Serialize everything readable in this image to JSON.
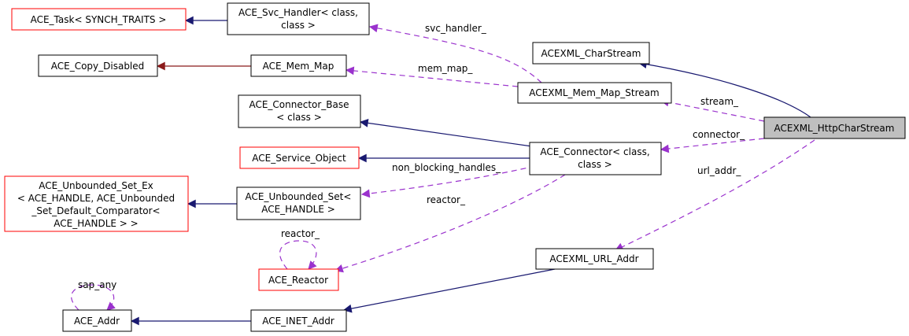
{
  "nodes": {
    "ace_task": {
      "lines": [
        "ACE_Task< SYNCH_TRAITS >"
      ],
      "style": "red"
    },
    "ace_svc_handler": {
      "lines": [
        "ACE_Svc_Handler< class,",
        "class >"
      ],
      "style": "black"
    },
    "ace_copy_disabled": {
      "lines": [
        "ACE_Copy_Disabled"
      ],
      "style": "black"
    },
    "ace_mem_map": {
      "lines": [
        "ACE_Mem_Map"
      ],
      "style": "black"
    },
    "acexml_charstream": {
      "lines": [
        "ACEXML_CharStream"
      ],
      "style": "black"
    },
    "acexml_mem_map_stream": {
      "lines": [
        "ACEXML_Mem_Map_Stream"
      ],
      "style": "black"
    },
    "acexml_httpcharstream": {
      "lines": [
        "ACEXML_HttpCharStream"
      ],
      "style": "focus"
    },
    "ace_connector_base": {
      "lines": [
        "ACE_Connector_Base",
        "< class >"
      ],
      "style": "black"
    },
    "ace_service_object": {
      "lines": [
        "ACE_Service_Object"
      ],
      "style": "red"
    },
    "ace_connector": {
      "lines": [
        "ACE_Connector< class,",
        "class >"
      ],
      "style": "black"
    },
    "ace_unbounded_set_ex": {
      "lines": [
        "ACE_Unbounded_Set_Ex",
        "< ACE_HANDLE, ACE_Unbounded",
        "_Set_Default_Comparator<",
        "ACE_HANDLE > >"
      ],
      "style": "red"
    },
    "ace_unbounded_set": {
      "lines": [
        "ACE_Unbounded_Set<",
        "ACE_HANDLE >"
      ],
      "style": "black"
    },
    "ace_reactor": {
      "lines": [
        "ACE_Reactor"
      ],
      "style": "red"
    },
    "acexml_url_addr": {
      "lines": [
        "ACEXML_URL_Addr"
      ],
      "style": "black"
    },
    "ace_addr": {
      "lines": [
        "ACE_Addr"
      ],
      "style": "black"
    },
    "ace_inet_addr": {
      "lines": [
        "ACE_INET_Addr"
      ],
      "style": "black"
    }
  },
  "edge_labels": {
    "svc_handler": "svc_handler_",
    "mem_map": "mem_map_",
    "stream": "stream_",
    "connector": "connector_",
    "non_blocking_handles": "non_blocking_handles_",
    "url_addr": "url_addr_",
    "reactor_conn": "reactor_",
    "reactor_self": "reactor_",
    "sap_any": "sap_any"
  },
  "colors": {
    "inherit_public": "#191970",
    "inherit_private": "#8b1a1a",
    "usage": "#9a32cd",
    "node_border": "#000000",
    "node_red_border": "#ff0000",
    "focus_fill": "#bfbfbf",
    "background": "#ffffff"
  }
}
